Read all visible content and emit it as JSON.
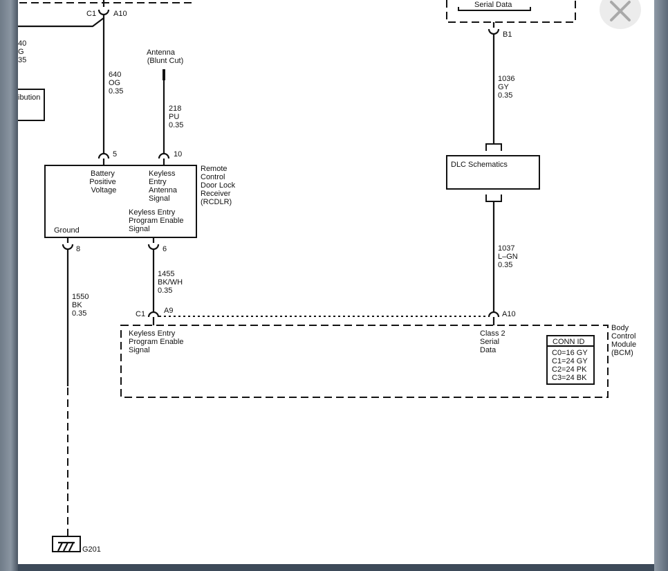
{
  "window": {
    "close_icon": "close-icon"
  },
  "top_left": {
    "connector": "C1",
    "pin": "A10"
  },
  "left_partial": {
    "lines": [
      "40",
      "G",
      "35"
    ],
    "box_label": "ibution"
  },
  "wire_640": {
    "lines": [
      "640",
      "OG",
      "0.35"
    ]
  },
  "antenna": {
    "lines": [
      "Antenna",
      "(Blunt Cut)"
    ]
  },
  "wire_218": {
    "lines": [
      "218",
      "PU",
      "0.35"
    ]
  },
  "rcdlr": {
    "name_lines": [
      "Remote",
      "Control",
      "Door Lock",
      "Receiver",
      "(RCDLR)"
    ],
    "pin_battery": "5",
    "pin_antenna": "10",
    "pin_ground": "8",
    "pin_program": "6",
    "battery_lines": [
      "Battery",
      "Positive",
      "Voltage"
    ],
    "antenna_lines": [
      "Keyless",
      "Entry",
      "Antenna",
      "Signal"
    ],
    "program_lines": [
      "Keyless Entry",
      "Program Enable",
      "Signal"
    ],
    "ground_label": "Ground"
  },
  "wire_1455": {
    "lines": [
      "1455",
      "BK/WH",
      "0.35"
    ]
  },
  "wire_1550": {
    "lines": [
      "1550",
      "BK",
      "0.35"
    ]
  },
  "ground": {
    "label": "G201"
  },
  "top_right": {
    "label": "Serial Data",
    "pin": "B1"
  },
  "wire_1036": {
    "lines": [
      "1036",
      "GY",
      "0.35"
    ]
  },
  "dlc": {
    "label": "DLC Schematics"
  },
  "wire_1037": {
    "lines": [
      "1037",
      "L–GN",
      "0.35"
    ]
  },
  "bcm": {
    "name_lines": [
      "Body",
      "Control",
      "Module",
      "(BCM)"
    ],
    "connector": "C1",
    "pin_a9": "A9",
    "pin_a10": "A10",
    "program_lines": [
      "Keyless Entry",
      "Program Enable",
      "Signal"
    ],
    "class2_lines": [
      "Class 2",
      "Serial",
      "Data"
    ],
    "conn_id": {
      "title": "CONN ID",
      "rows": [
        "C0=16 GY",
        "C1=24 GY",
        "C2=24 PK",
        "C3=24 BK"
      ]
    }
  }
}
